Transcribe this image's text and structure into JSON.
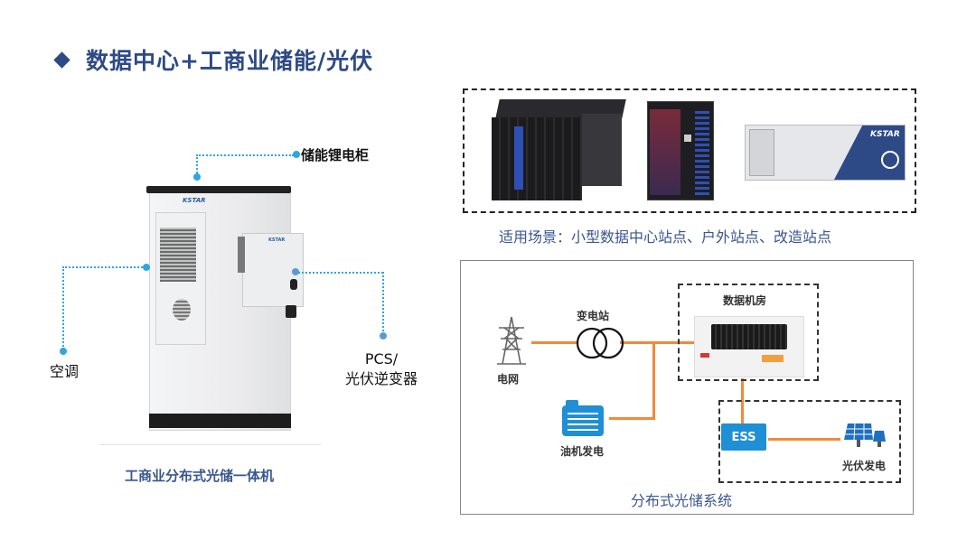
{
  "page_title": "数据中心+工商业储能/光伏",
  "left_panel": {
    "product_caption": "工商业分布式光储一体机",
    "callouts": {
      "battery_cabinet": "储能锂电柜",
      "air_conditioner": "空调",
      "pcs_line1": "PCS/",
      "pcs_line2": "光伏逆变器"
    },
    "brand_logo": "KSTAR"
  },
  "right_top": {
    "scenario_caption": "适用场景：小型数据中心站点、户外站点、改造站点",
    "container_brand": "KSTAR",
    "products": [
      "micro-module-data-center",
      "integrated-rack-cabinet",
      "container-data-center"
    ]
  },
  "diagram": {
    "caption": "分布式光储系统",
    "nodes": {
      "grid": "电网",
      "substation": "变电站",
      "diesel": "油机发电",
      "datacenter": "数据机房",
      "ess": "ESS",
      "pv": "光伏发电"
    },
    "colors": {
      "wire": "#f08a3c",
      "ess": "#1f8fd6",
      "accent": "#2da7e0",
      "title": "#2e4a86"
    }
  }
}
